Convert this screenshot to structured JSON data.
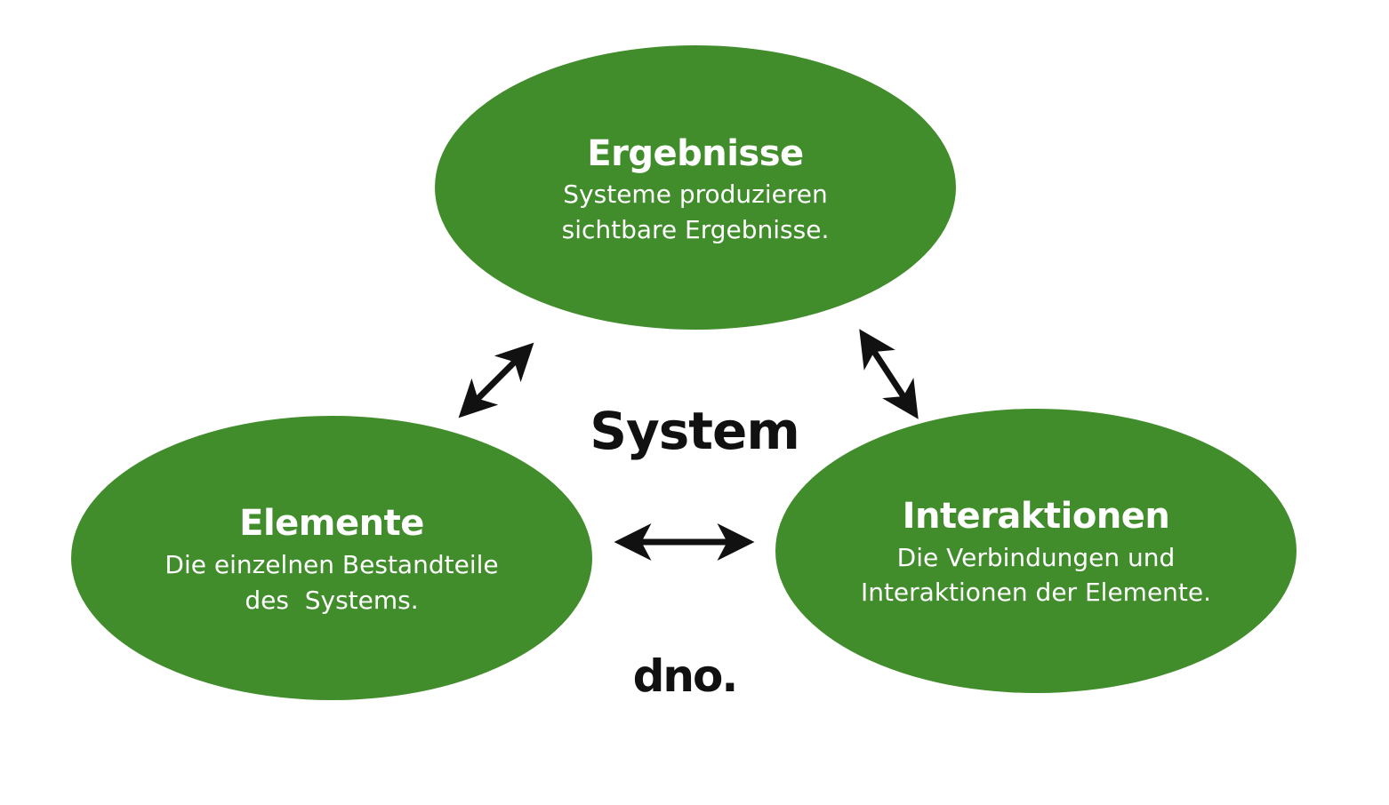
{
  "center": {
    "label": "System"
  },
  "nodes": {
    "ergebnisse": {
      "title": "Ergebnisse",
      "line1": "Systeme produzieren",
      "line2": "sichtbare Ergebnisse."
    },
    "elemente": {
      "title": "Elemente",
      "line1": "Die einzelnen Bestandteile",
      "line2": "des  Systems."
    },
    "interaktionen": {
      "title": "Interaktionen",
      "line1": "Die Verbindungen und",
      "line2": "Interaktionen der Elemente."
    }
  },
  "logo": {
    "text": "dno."
  },
  "colors": {
    "node_fill": "#418d2c",
    "arrow": "#111111",
    "text_on_node": "#ffffff"
  }
}
